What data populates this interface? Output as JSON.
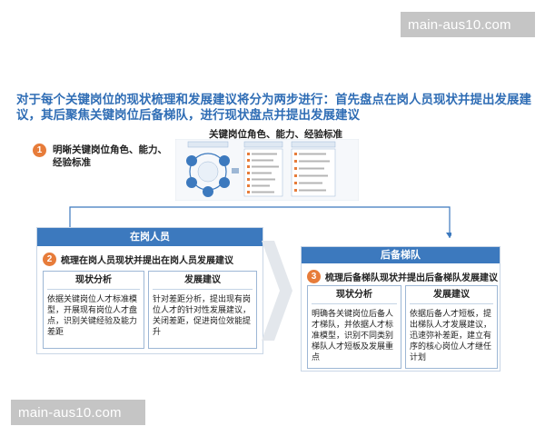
{
  "watermark": {
    "top": "main-aus10.com",
    "bottom": "main-aus10.com"
  },
  "headline": "对于每个关键岗位的现状梳理和发展建议将分为两步进行：首先盘点在岗人员现状并提出发展建议，其后聚焦关键岗位后备梯队，进行现状盘点并提出发展建议",
  "step1": {
    "number": "1",
    "text": "明晰关键岗位角色、能力、经验标准"
  },
  "mini_diagram": {
    "title": "关键岗位角色、能力、经验标准"
  },
  "left_panel": {
    "header": "在岗人员",
    "step_number": "2",
    "step_title": "梳理在岗人员现状并提出在岗人员发展建议",
    "box1": {
      "title": "现状分析",
      "body": "依据关键岗位人才标准模型，开展现有岗位人才盘点，识别关键经验及能力差距"
    },
    "box2": {
      "title": "发展建议",
      "body": "针对差距分析，提出现有岗位人才的针对性发展建议，关闭差距，促进岗位效能提升"
    }
  },
  "right_panel": {
    "header": "后备梯队",
    "step_number": "3",
    "step_title": "梳理后备梯队现状并提出后备梯队发展建议",
    "box1": {
      "title": "现状分析",
      "body": "明确各关键岗位后备人才梯队，并依据人才标准模型，识别不同类别梯队人才短板及发展重点"
    },
    "box2": {
      "title": "发展建议",
      "body": "依据后备人才短板，提出梯队人才发展建议，迅速弥补差距，建立有序的核心岗位人才继任计划"
    }
  },
  "colors": {
    "accent_blue": "#3c79be",
    "headline_blue": "#2f6db5",
    "step_orange": "#e77c3a",
    "border": "#9db7d5"
  }
}
